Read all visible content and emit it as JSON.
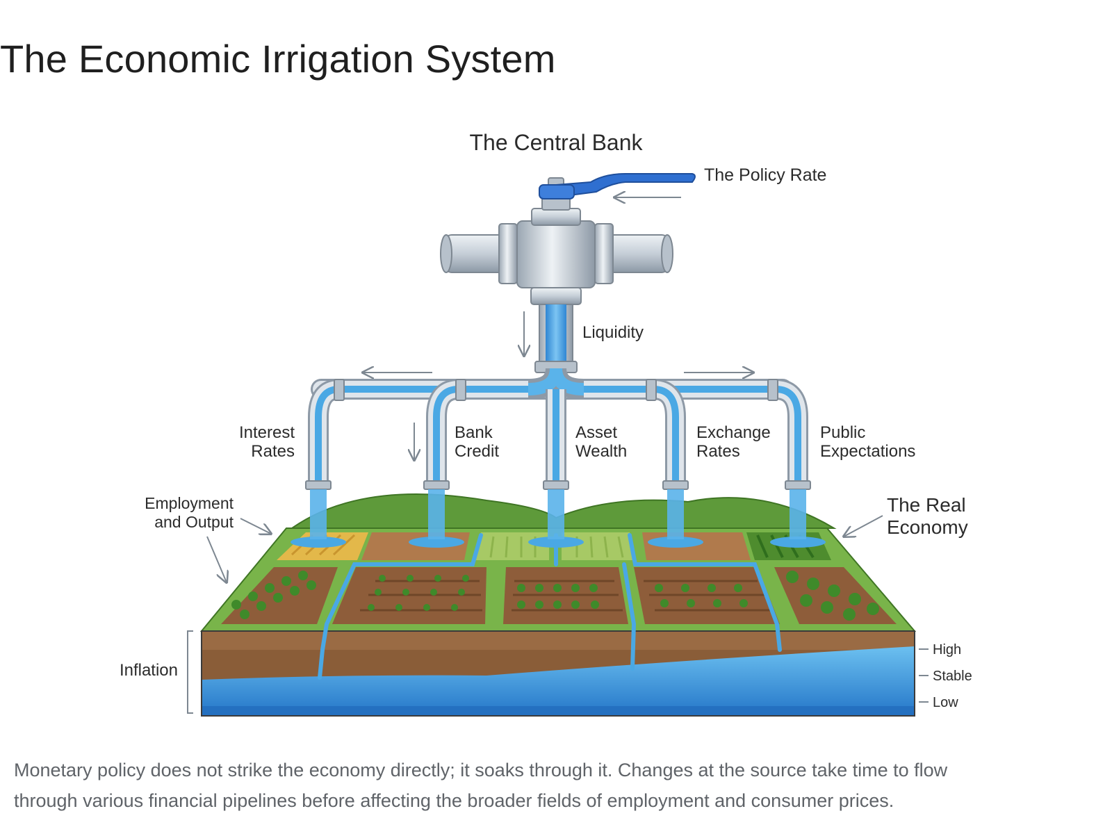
{
  "title": "The Economic Irrigation System",
  "diagram": {
    "source_label": "The Central Bank",
    "valve_label": "The Policy Rate",
    "main_flow_label": "Liquidity",
    "channels": [
      {
        "line1": "Interest",
        "line2": "Rates"
      },
      {
        "line1": "Bank",
        "line2": "Credit"
      },
      {
        "line1": "Asset",
        "line2": "Wealth"
      },
      {
        "line1": "Exchange",
        "line2": "Rates"
      },
      {
        "line1": "Public",
        "line2": "Expectations"
      }
    ],
    "fields_label": {
      "line1": "Employment",
      "line2": "and Output"
    },
    "economy_label": {
      "line1": "The Real",
      "line2": "Economy"
    },
    "reservoir_label": "Inflation",
    "levels": [
      "High",
      "Stable",
      "Low"
    ],
    "colors": {
      "pipe": "#c9d2db",
      "water": "#4aa8e4",
      "valve_handle": "#2f6fd0",
      "grass": "#6aa63f",
      "soil": "#9a6b44",
      "reservoir": "#2f86d3"
    }
  },
  "caption": {
    "line1": "Monetary policy does not strike the economy directly; it soaks through it. Changes at the source take time to flow",
    "line2": "through various financial pipelines before affecting the broader fields of employment and consumer prices."
  }
}
